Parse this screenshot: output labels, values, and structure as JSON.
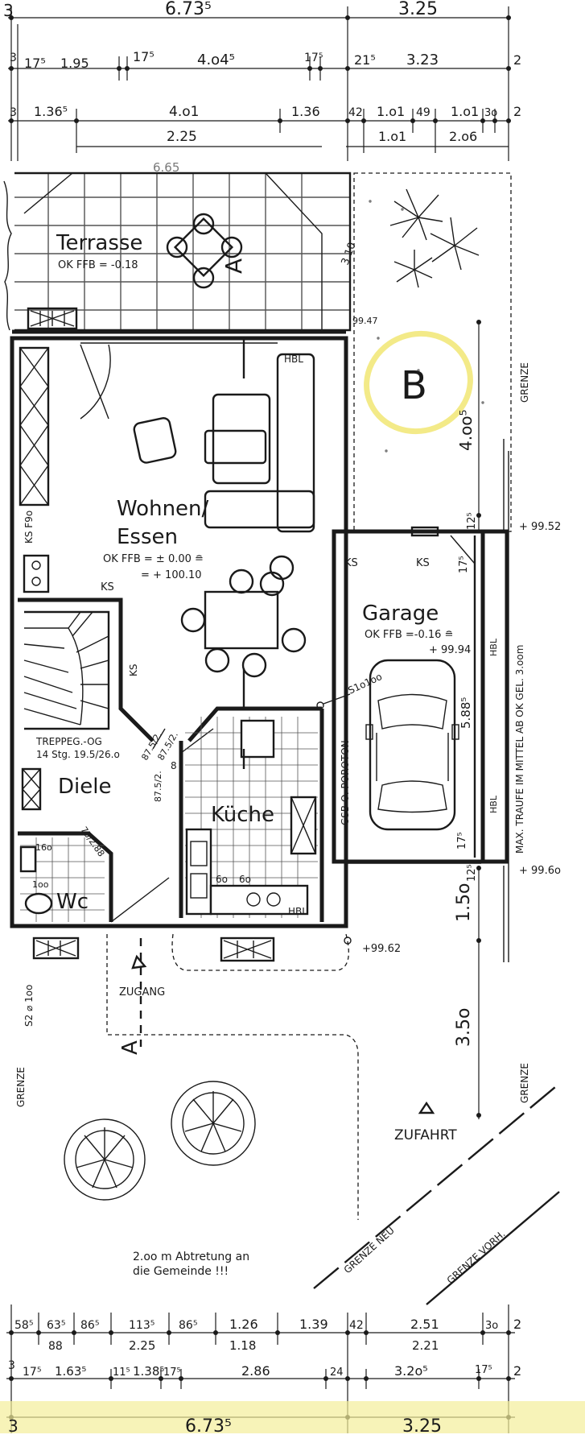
{
  "dimensions": {
    "top_row1": [
      "3",
      "6.73⁵",
      "3.25"
    ],
    "top_row2": [
      "3",
      "17⁵",
      "1.95",
      "17⁵",
      "4.o4⁵",
      "17⁵",
      "21⁵",
      "3.23",
      "2"
    ],
    "top_row3": [
      "3",
      "1.36⁵",
      "4.o1",
      "1.36",
      "42",
      "1.o1",
      "49",
      "1.o1",
      "3o",
      "2"
    ],
    "top_row4": [
      "2.25",
      "1.o1",
      "2.o6"
    ],
    "bottom_row1": [
      "58⁵",
      "63⁵",
      "86⁵",
      "113⁵",
      "86⁵",
      "1.26",
      "1.39",
      "42",
      "2.51",
      "3o",
      "2"
    ],
    "bottom_row2": [
      "88",
      "2.25",
      "1.18",
      "2.21"
    ],
    "bottom_row3": [
      "3",
      "17⁵",
      "1.63⁵",
      "11⁵",
      "1.38⁵",
      "17⁵",
      "2.86",
      "24",
      "3.2o⁵",
      "17⁵",
      "2"
    ],
    "bottom_row4": [
      "3",
      "6.73⁵",
      "3.25"
    ],
    "vertical": [
      "4.oo⁵",
      "12⁵",
      "17⁵",
      "5.88⁵",
      "17⁵",
      "12⁵",
      "1.5o",
      "3.5o"
    ]
  },
  "rooms": {
    "terrace": {
      "name": "Terrasse",
      "level": "OK FFB = -0.18"
    },
    "living": {
      "name_line1": "Wohnen/",
      "name_line2": "Essen",
      "level_line1": "OK FFB = ± 0.00 ≘",
      "level_line2": "= + 100.10"
    },
    "garage": {
      "name": "Garage",
      "level_line1": "OK FFB =-0.16 ≘",
      "level_line2": "+ 99.94"
    },
    "hall": {
      "name": "Diele",
      "stairs_line1": "TREPPEG.-OG",
      "stairs_line2": "14 Stg. 19.5/26.o"
    },
    "kitchen": {
      "name": "Küche"
    },
    "wc": {
      "name": "Wc"
    }
  },
  "labels": {
    "section_a": "A",
    "area_b": "B",
    "hbl": "HBL",
    "ks": "KS",
    "ks_f90": "KS F9o",
    "door_875_1": "87.5/2.",
    "door_875_2": "87.5/2.",
    "door_875_3": "87.5/2.",
    "door_75": "75/2.88",
    "wc_160": "16o",
    "wc_100": "1oo",
    "kitchen_60a": "6o",
    "kitchen_60b": "6o",
    "kitchen_8": "8",
    "s100": "S1o1oo",
    "s2100": "S2 ⌀ 1oo",
    "gsb": "GSB O. POROTON",
    "zugang": "ZUGANG",
    "zufahrt": "ZUFAHRT",
    "grenze": "GRENZE",
    "grenze_neu": "GRENZE NEU",
    "grenze_vorh": "GRENZE VORH.",
    "traufe": "MAX. TRAUFE IM MITTEL AB OK GEL. 3.oom",
    "abtretung_line1": "2.oo m  Abtretung  an",
    "abtretung_line2": "die  Gemeinde !!!",
    "terrace_slope": "3.10",
    "top_handnote": "6.65"
  },
  "levels": {
    "p9947": "99.47",
    "p9952": "+ 99.52",
    "p9960": "+ 99.6o",
    "p9962": "+99.62"
  }
}
